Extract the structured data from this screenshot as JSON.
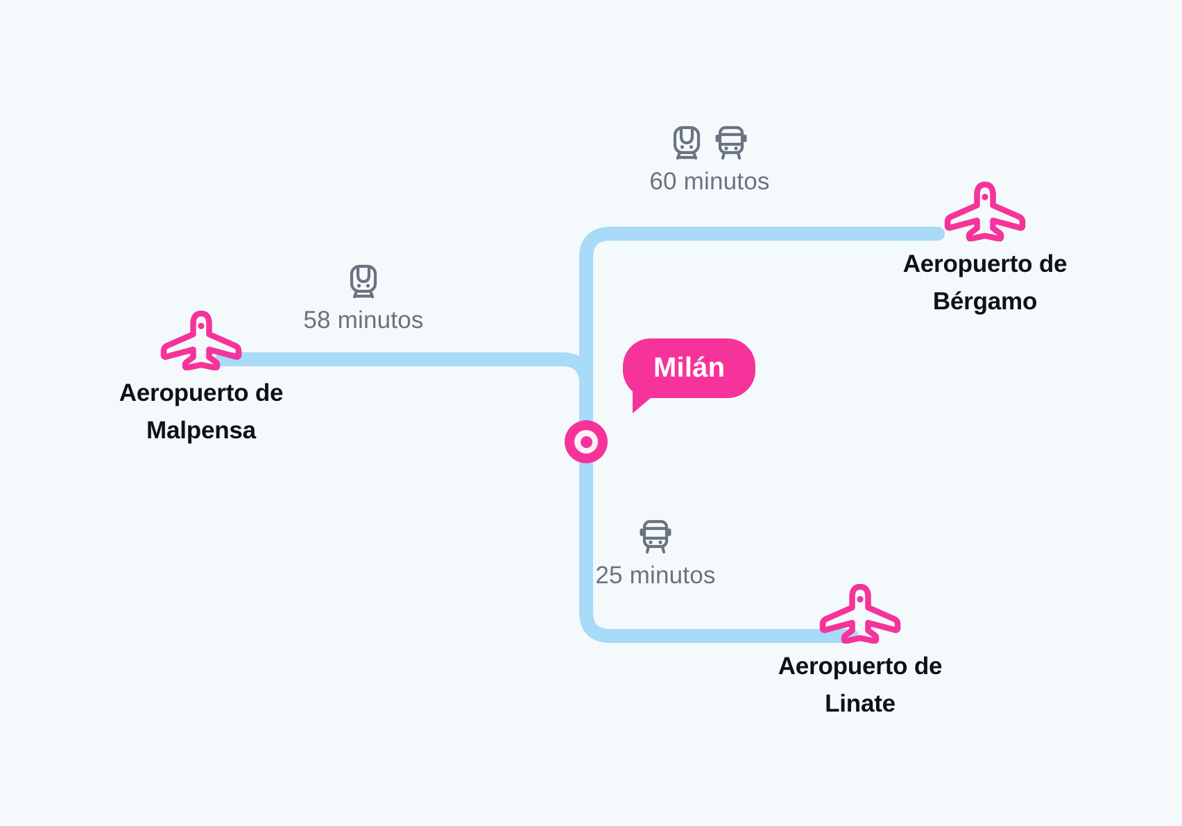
{
  "theme": {
    "background": "#F4F9FC",
    "connector_color": "#A7DBF7",
    "accent_pink": "#F6339A",
    "label_color": "#0E1116",
    "muted_text": "#6B7280",
    "bubble_text": "#FFFFFF"
  },
  "city": {
    "name": "Milán",
    "marker_name": "milan-marker"
  },
  "legs": [
    {
      "id": "malpensa",
      "duration": "58 minutos",
      "icons": [
        "train-icon"
      ]
    },
    {
      "id": "bergamo",
      "duration": "60 minutos",
      "icons": [
        "train-icon",
        "bus-icon"
      ]
    },
    {
      "id": "linate",
      "duration": "25 minutos",
      "icons": [
        "bus-icon"
      ]
    }
  ],
  "airports": [
    {
      "id": "malpensa",
      "label": "Aeropuerto de\nMalpensa",
      "icon": "airplane-icon"
    },
    {
      "id": "bergamo",
      "label": "Aeropuerto de\nBérgamo",
      "icon": "airplane-icon"
    },
    {
      "id": "linate",
      "label": "Aeropuerto de\nLinate",
      "icon": "airplane-icon"
    }
  ]
}
